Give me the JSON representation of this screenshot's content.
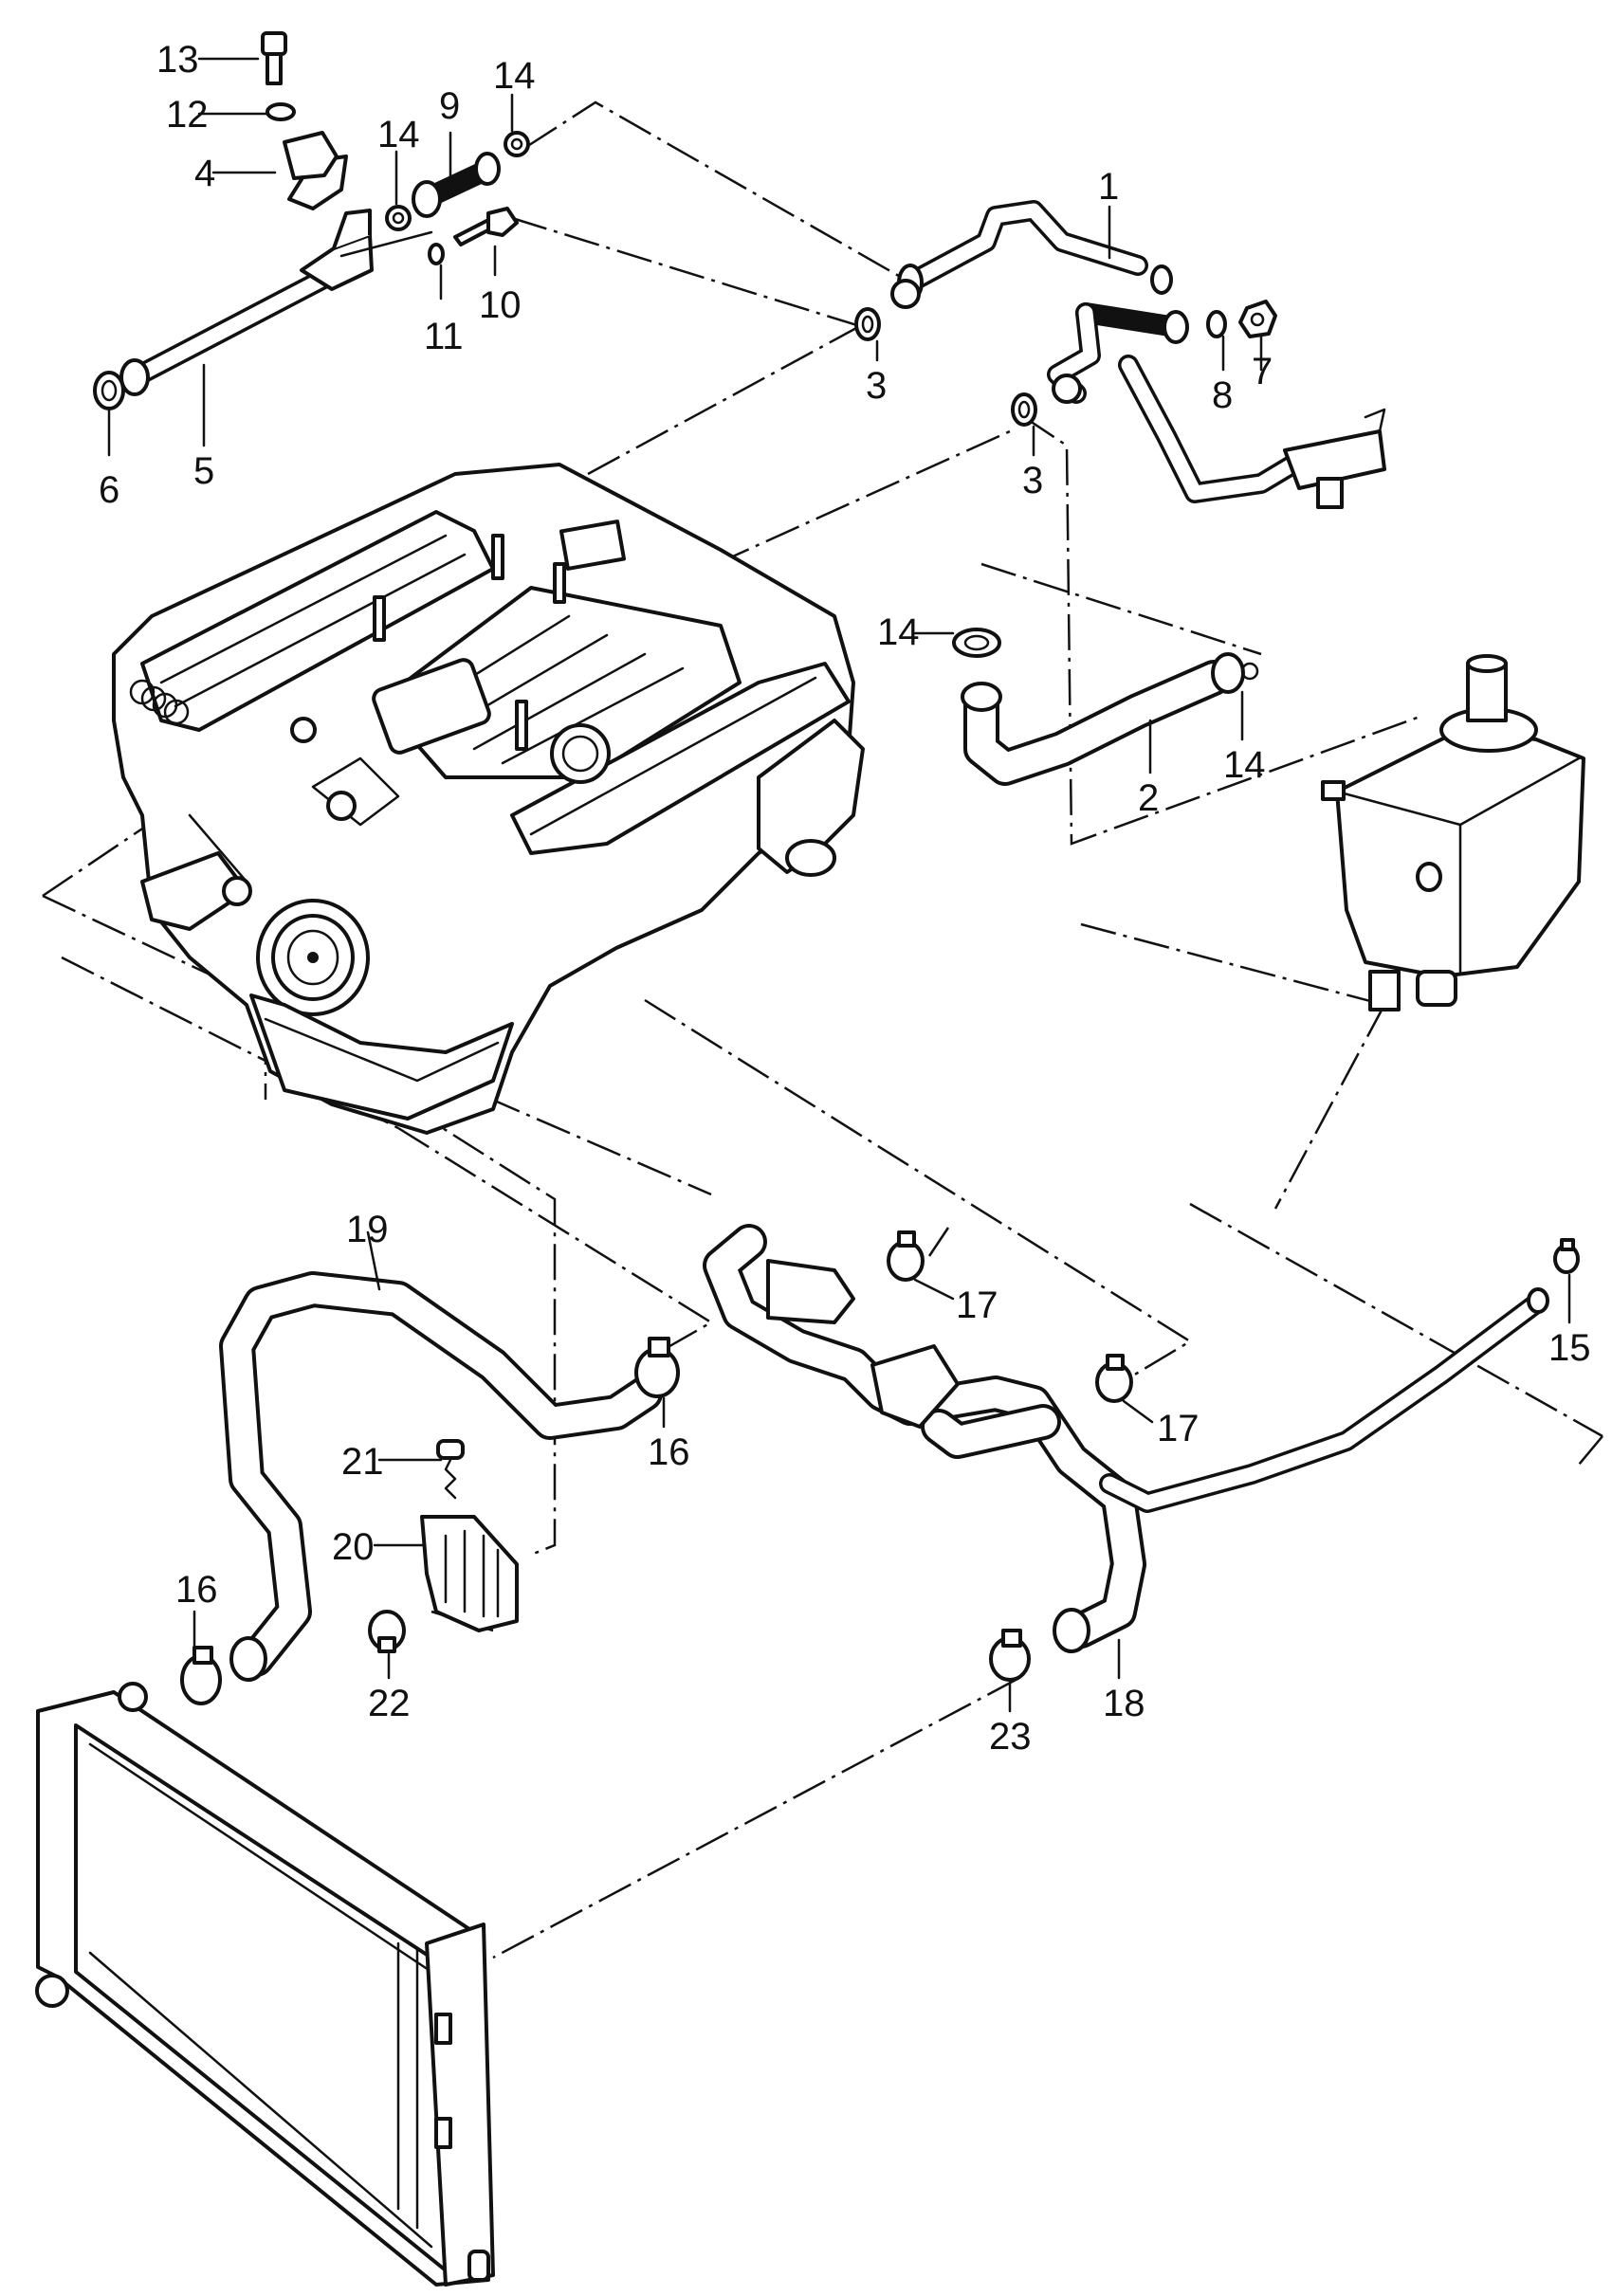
{
  "callouts": {
    "c1": "1",
    "c2": "2",
    "c3a": "3",
    "c3b": "3",
    "c4": "4",
    "c5": "5",
    "c6": "6",
    "c7": "7",
    "c8": "8",
    "c9": "9",
    "c10": "10",
    "c11": "11",
    "c12": "12",
    "c13": "13",
    "c14a": "14",
    "c14b": "14",
    "c14c": "14",
    "c14d": "14",
    "c15": "15",
    "c16a": "16",
    "c16b": "16",
    "c17a": "17",
    "c17b": "17",
    "c18": "18",
    "c19": "19",
    "c20": "20",
    "c21": "21",
    "c22": "22",
    "c23": "23"
  }
}
